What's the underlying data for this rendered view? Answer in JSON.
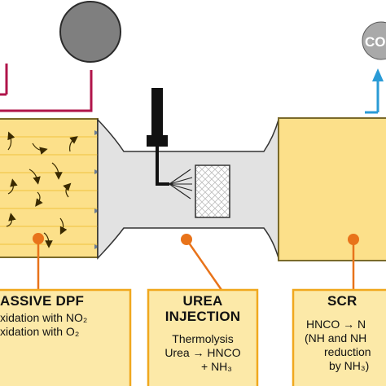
{
  "colors": {
    "filter_fill": "#fce08a",
    "filter_border": "#7a6a2a",
    "pipe_fill": "#e2e2e2",
    "pipe_border": "#333333",
    "inlet_pipe": "#b0144a",
    "outlet_arrow": "#2a9bd6",
    "callout_orange": "#e8731a",
    "info_box_fill": "#fce9a8",
    "info_box_border": "#f0a81e",
    "sensor_gray": "#7f7f7f",
    "injector_black": "#111111"
  },
  "icons": {
    "sensor": "gray-disc-sensor-icon",
    "co_bubble": "co-bubble-icon",
    "injector": "urea-injector-nozzle-icon",
    "flow": "gas-flow-arrow-icon"
  },
  "co_bubble_label": "CO",
  "dpf": {
    "title": "ASSIVE DPF",
    "lines": [
      "xidation with NO₂",
      "xidation with O₂"
    ]
  },
  "urea": {
    "title_lines": [
      "UREA",
      "INJECTION"
    ],
    "lines": [
      "Thermolysis",
      "Urea → HNCO",
      "+ NH₃"
    ]
  },
  "scr": {
    "title": "SCR",
    "lines": [
      "HNCO → N",
      "(NH and NH",
      "reduction",
      "by NH₃)"
    ]
  }
}
